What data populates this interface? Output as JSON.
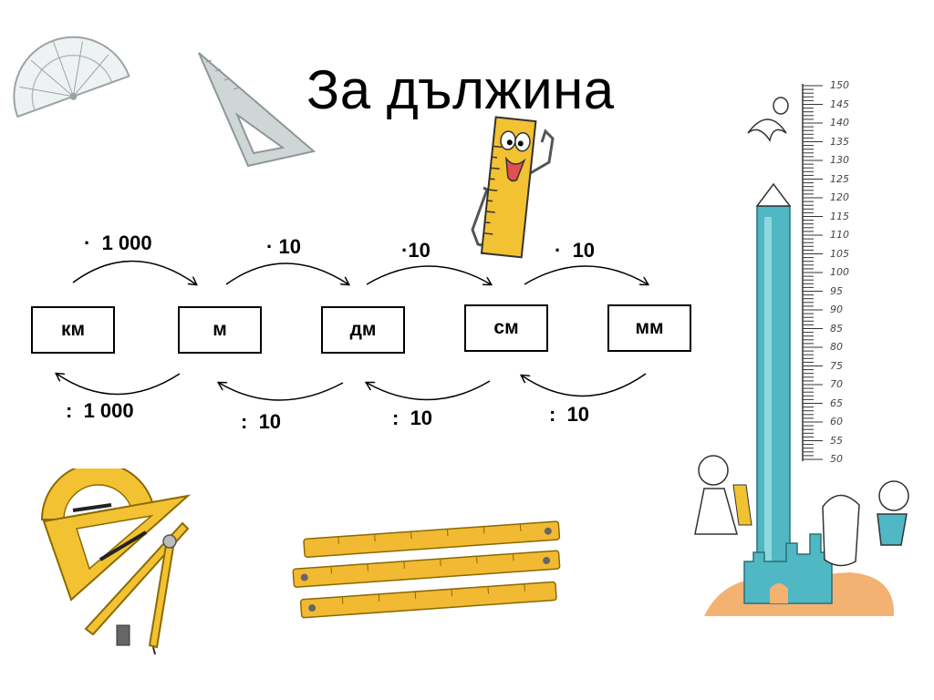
{
  "title": "За дължина",
  "units": [
    "км",
    "м",
    "дм",
    "см",
    "мм"
  ],
  "multiply": {
    "symbol": "·",
    "factors": [
      "1 000",
      "10",
      "10",
      "10"
    ]
  },
  "divide": {
    "symbol": ":",
    "factors": [
      "1 000",
      "10",
      "10",
      "10"
    ]
  },
  "height_chart": {
    "ticks": [
      "150",
      "145",
      "140",
      "135",
      "130",
      "125",
      "120",
      "115",
      "110",
      "105",
      "100",
      "95",
      "90",
      "85",
      "80",
      "75",
      "70",
      "65",
      "60",
      "55",
      "50"
    ]
  },
  "colors": {
    "ruler_yellow": "#f2c232",
    "chart_teal": "#4fb8c4",
    "chart_orange": "#f3b172",
    "protractor_gray": "#cfd6d6"
  },
  "icons": [
    "protractor-icon",
    "set-square-icon",
    "ruler-character-icon",
    "yellow-geometry-set-icon",
    "folding-ruler-icon",
    "height-chart-icon"
  ]
}
